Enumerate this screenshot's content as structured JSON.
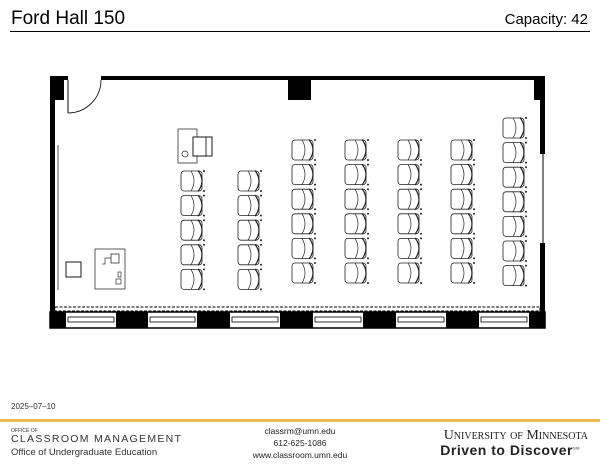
{
  "header": {
    "title": "Ford Hall 150",
    "capacity": "Capacity: 42"
  },
  "date": "2025–07–10",
  "footer": {
    "office_of": "OFFICE OF",
    "office_name": "CLASSROOM MANAGEMENT",
    "department": "Office of Undergraduate Education",
    "email": "classrm@umn.edu",
    "phone": "612-625-1086",
    "website": "www.classroom.umn.edu",
    "university": "University of Minnesota",
    "tagline": "Driven to Discover",
    "tagline_mark": "SM"
  },
  "colors": {
    "accent": "#f2b94f",
    "wall": "#000000"
  }
}
